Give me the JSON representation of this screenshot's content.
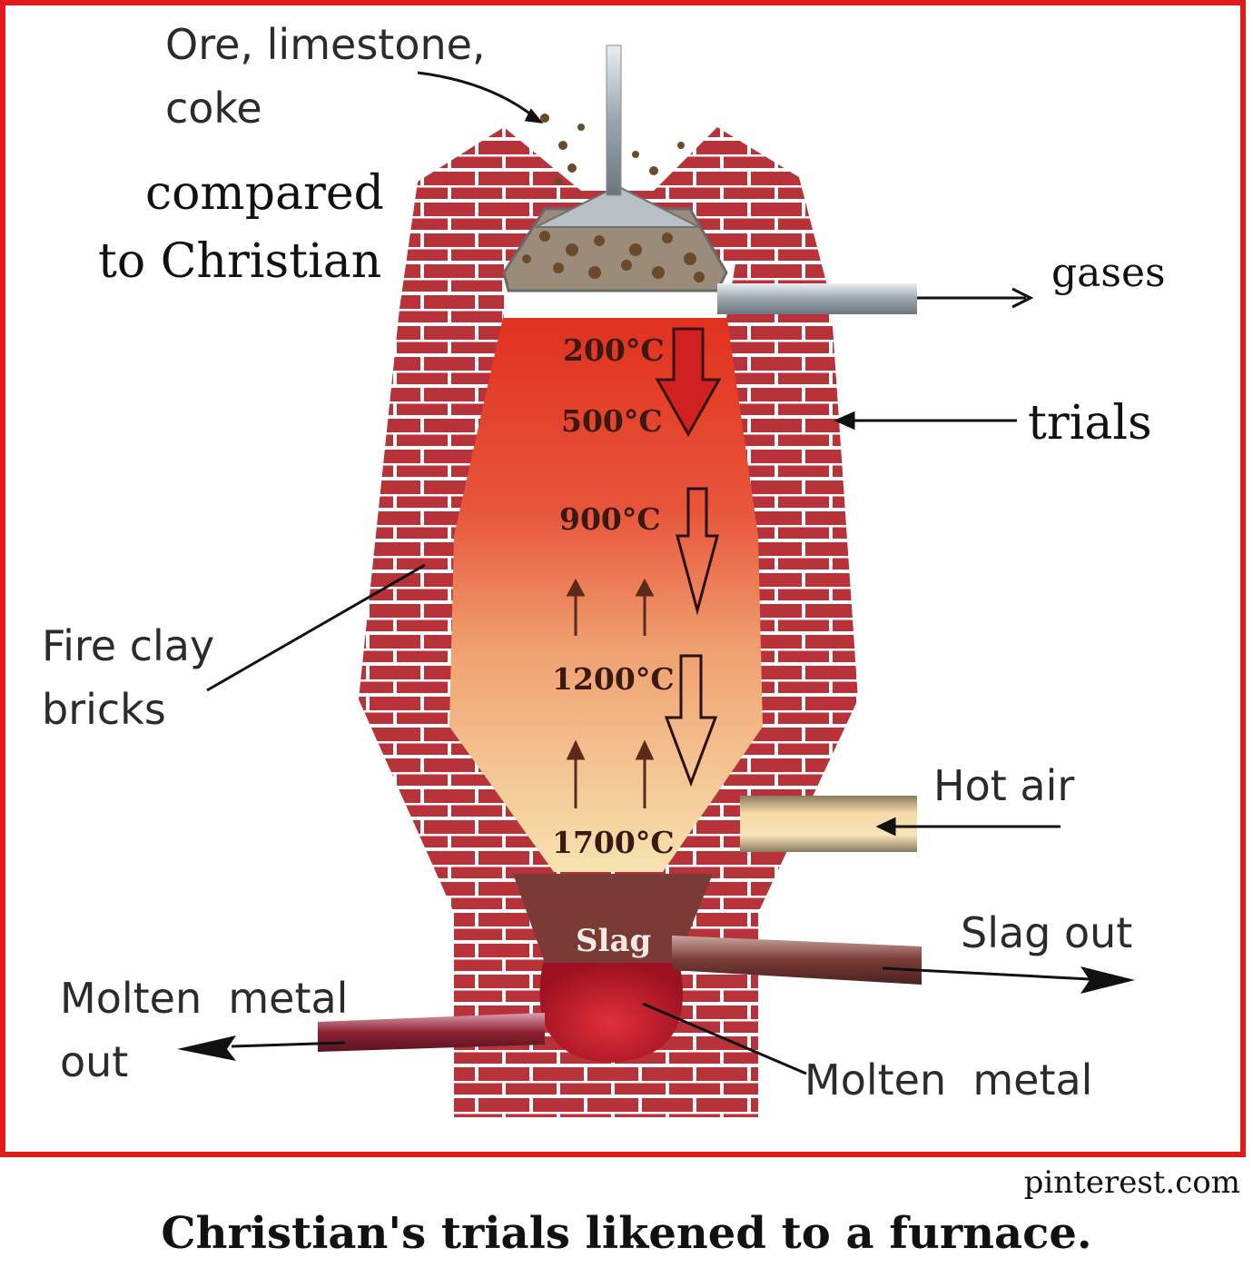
{
  "labels": {
    "input_line1": "Ore, limestone,",
    "input_line2": "coke",
    "compared_line1": "compared",
    "compared_line2": "to Christian",
    "gases": "gases",
    "trials": "trials",
    "fire_clay_line1": "Fire clay",
    "fire_clay_line2": "bricks",
    "hot_air": "Hot air",
    "slag_out": "Slag out",
    "molten_metal_out_line1": "Molten  metal",
    "molten_metal_out_line2": "out",
    "molten_metal": "Molten  metal",
    "slag": "Slag"
  },
  "temperatures": [
    "200°C",
    "500°C",
    "900°C",
    "1200°C",
    "1700°C"
  ],
  "source": "pinterest.com",
  "caption": "Christian's trials likened to a furnace.",
  "colors": {
    "frame": "#e01b1b",
    "brick": "#b8323a",
    "mortar": "#ffffff",
    "hot_top": "#e0301e",
    "hot_bottom": "#f7e3b0",
    "slag": "#7a3a36",
    "molten_metal": "#c8202a"
  }
}
